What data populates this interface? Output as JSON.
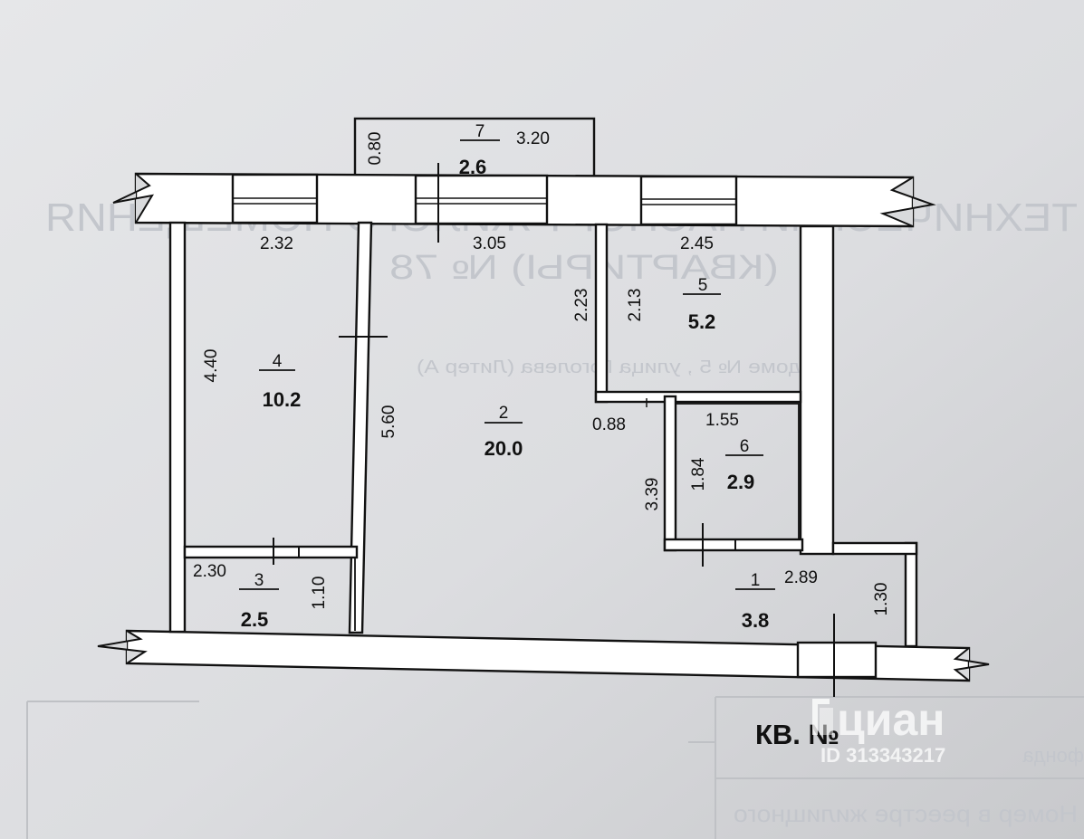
{
  "caption": "КВ. №",
  "watermark": {
    "brand": "циан",
    "id": "ID 313343217"
  },
  "rooms": [
    {
      "id": "r1",
      "number": "1",
      "area": "3.8"
    },
    {
      "id": "r2",
      "number": "2",
      "area": "20.0"
    },
    {
      "id": "r3",
      "number": "3",
      "area": "2.5"
    },
    {
      "id": "r4",
      "number": "4",
      "area": "10.2"
    },
    {
      "id": "r5",
      "number": "5",
      "area": "5.2"
    },
    {
      "id": "r6",
      "number": "6",
      "area": "2.9"
    },
    {
      "id": "r7",
      "number": "7",
      "area": "2.6"
    }
  ],
  "dimensions": [
    {
      "id": "d-320",
      "text": "3.20",
      "rotated": false
    },
    {
      "id": "d-080",
      "text": "0.80",
      "rotated": true
    },
    {
      "id": "d-232",
      "text": "2.32",
      "rotated": false
    },
    {
      "id": "d-305",
      "text": "3.05",
      "rotated": false
    },
    {
      "id": "d-245",
      "text": "2.45",
      "rotated": false
    },
    {
      "id": "d-223",
      "text": "2.23",
      "rotated": true
    },
    {
      "id": "d-213",
      "text": "2.13",
      "rotated": true
    },
    {
      "id": "d-440",
      "text": "4.40",
      "rotated": true
    },
    {
      "id": "d-560",
      "text": "5.60",
      "rotated": true
    },
    {
      "id": "d-088",
      "text": "0.88",
      "rotated": false
    },
    {
      "id": "d-155",
      "text": "1.55",
      "rotated": false
    },
    {
      "id": "d-184",
      "text": "1.84",
      "rotated": true
    },
    {
      "id": "d-339",
      "text": "3.39",
      "rotated": true
    },
    {
      "id": "d-230",
      "text": "2.30",
      "rotated": false
    },
    {
      "id": "d-110",
      "text": "1.10",
      "rotated": true
    },
    {
      "id": "d-289",
      "text": "2.89",
      "rotated": false
    },
    {
      "id": "d-130",
      "text": "1.30",
      "rotated": true
    }
  ],
  "background_text": {
    "header_mirrored": "ТЕХНИЧЕСКИЙ ПАСПОРТ ЖИЛОГО ПОМЕЩЕНИЯ",
    "subheader_mirrored": "(КВАРТИРЫ) № 78",
    "address_mirrored": "в доме № 5 , улица Гоголева (Литер А)",
    "footer_line1": "Номер в реестре жилищного",
    "footer_line2": "фонда"
  }
}
